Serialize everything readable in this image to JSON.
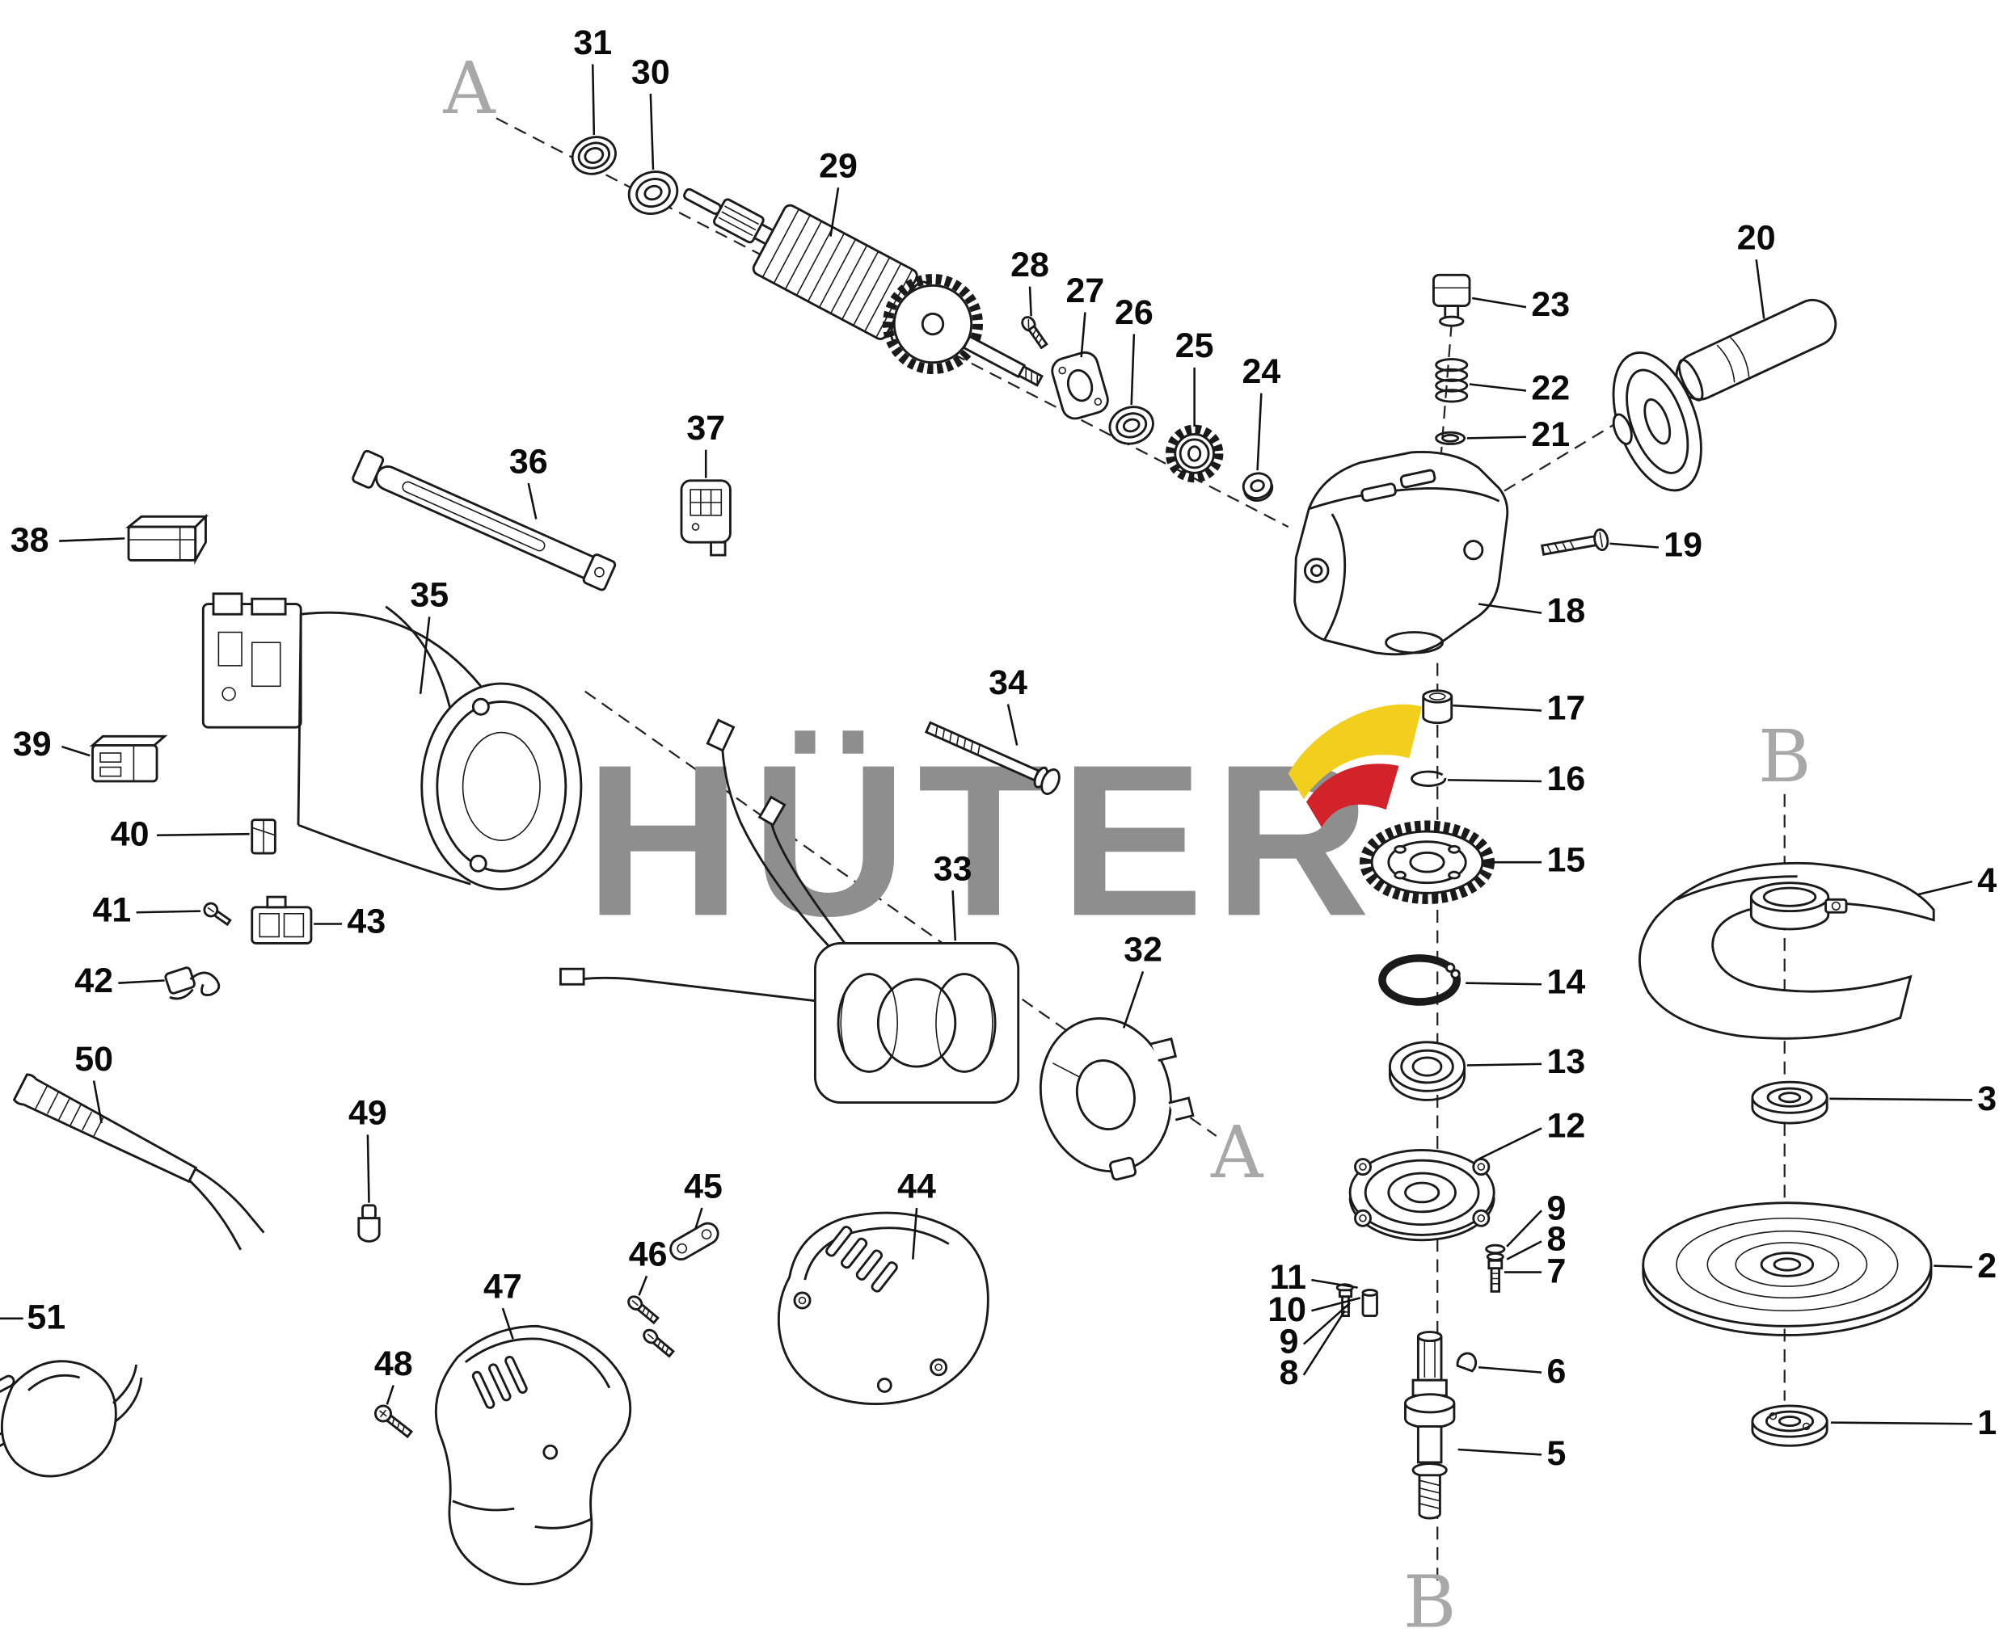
{
  "watermark": {
    "text": "HÜTER",
    "colors": {
      "text_gray": "#8e8e8e",
      "flag_yellow": "#f2cf1d",
      "flag_red": "#d2232a"
    }
  },
  "section_markers": {
    "a_top": "A",
    "a_mid": "A",
    "b_top": "B",
    "b_bottom": "B"
  },
  "part_numbers": {
    "1": "1",
    "2": "2",
    "3": "3",
    "4": "4",
    "5": "5",
    "6": "6",
    "7": "7",
    "8": "8",
    "9": "9",
    "10": "10",
    "11": "11",
    "12": "12",
    "13": "13",
    "14": "14",
    "15": "15",
    "16": "16",
    "17": "17",
    "18": "18",
    "19": "19",
    "20": "20",
    "21": "21",
    "22": "22",
    "23": "23",
    "24": "24",
    "25": "25",
    "26": "26",
    "27": "27",
    "28": "28",
    "29": "29",
    "30": "30",
    "31": "31",
    "32": "32",
    "33": "33",
    "34": "34",
    "35": "35",
    "36": "36",
    "37": "37",
    "38": "38",
    "39": "39",
    "40": "40",
    "41": "41",
    "42": "42",
    "43": "43",
    "44": "44",
    "45": "45",
    "46": "46",
    "47": "47",
    "48": "48",
    "49": "49",
    "50": "50",
    "51": "51"
  }
}
